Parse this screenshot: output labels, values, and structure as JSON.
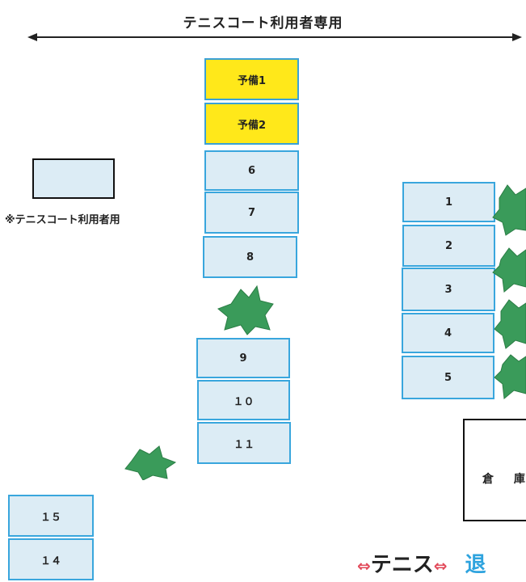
{
  "title": "テニスコート利用者専用",
  "legend_label": "※テニスコート利用者用",
  "spaces": {
    "r1": "予備1",
    "r2": "予備2",
    "s6": "6",
    "s7": "7",
    "s8": "8",
    "s9": "9",
    "s10": "１０",
    "s11": "１１",
    "s1": "1",
    "s2": "2",
    "s3": "3",
    "s4": "4",
    "s5": "5",
    "s15": "１５",
    "s14": "１４"
  },
  "storage_label": "倉 庫",
  "bottom": {
    "arrow_left": "⇔",
    "text": "テニス",
    "arrow_right": "⇔",
    "cut_text": "退"
  },
  "colors": {
    "space_fill": "#dcecf5",
    "space_border": "#39a6dd",
    "reserve_fill": "#ffe81a",
    "tree": "#3a9b5a",
    "arrow_red": "#e24a5a"
  }
}
